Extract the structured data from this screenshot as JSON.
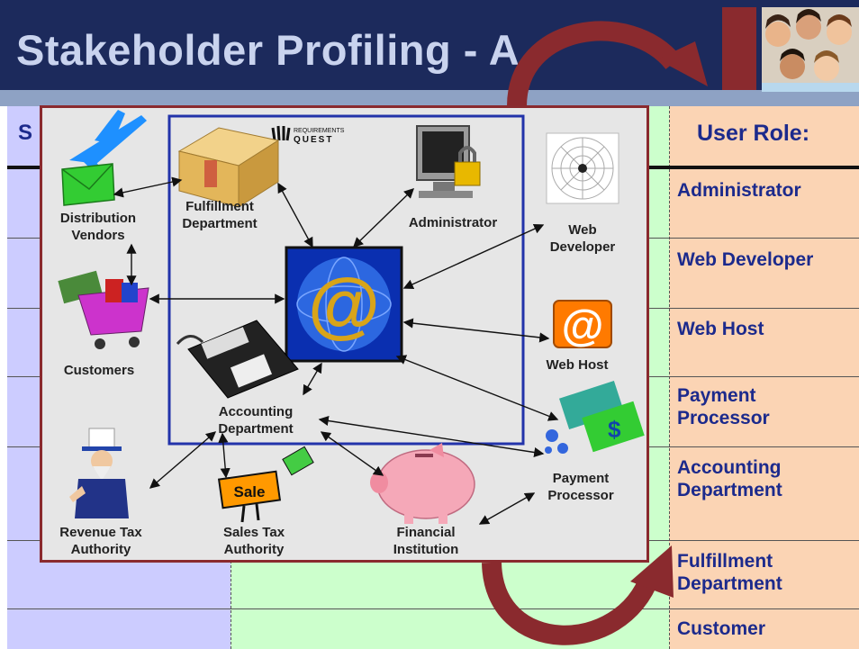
{
  "slide": {
    "title": "Stakeholder Profiling - A"
  },
  "table": {
    "header_left": "S",
    "header_right": "User Role:",
    "roles": [
      "Administrator",
      "Web Developer",
      "Web Host",
      "Payment Processor",
      "Accounting Department",
      "Fulfillment Department",
      "Customer"
    ]
  },
  "diagram": {
    "logo_line1": "REQUIREMENTS",
    "logo_line2": "QUEST",
    "nodes": {
      "distribution_vendors": [
        "Distribution",
        "Vendors"
      ],
      "fulfillment_department": [
        "Fulfillment",
        "Department"
      ],
      "administrator": [
        "Administrator"
      ],
      "web_developer": [
        "Web",
        "Developer"
      ],
      "customers": [
        "Customers"
      ],
      "web_host": [
        "Web Host"
      ],
      "accounting_department": [
        "Accounting",
        "Department"
      ],
      "payment_processor": [
        "Payment",
        "Processor"
      ],
      "revenue_tax_authority": [
        "Revenue Tax",
        "Authority"
      ],
      "sales_tax_authority": [
        "Sales Tax",
        "Authority"
      ],
      "financial_institution": [
        "Financial",
        "Institution"
      ]
    },
    "sale_sign": "Sale"
  },
  "colors": {
    "title_bg": "#1c2a5c",
    "accent_red": "#8a2a2e",
    "col_a": "#ccccff",
    "col_b": "#ccffcc",
    "col_c": "#fbd4b4",
    "role_text": "#1c2a8c"
  }
}
